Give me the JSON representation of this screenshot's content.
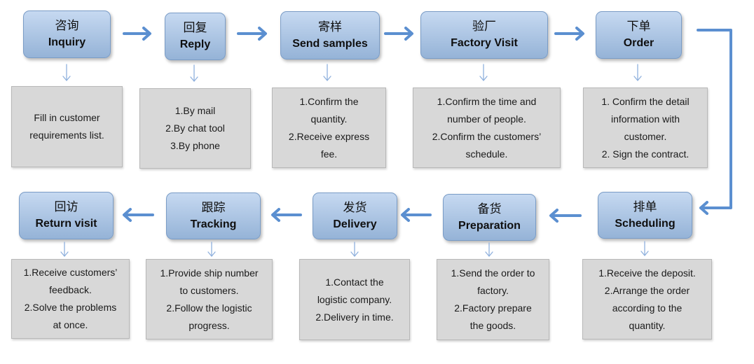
{
  "steps": [
    {
      "id": "inquiry",
      "cn": "咨询",
      "en": "Inquiry",
      "details": [
        "Fill in customer",
        "requirements list."
      ]
    },
    {
      "id": "reply",
      "cn": "回复",
      "en": "Reply",
      "details": [
        "1.By mail",
        "2.By chat tool",
        "3.By phone"
      ]
    },
    {
      "id": "send-samples",
      "cn": "寄样",
      "en": "Send samples",
      "details": [
        "1.Confirm the",
        "quantity.",
        "2.Receive express",
        "fee."
      ]
    },
    {
      "id": "factory-visit",
      "cn": "验厂",
      "en": "Factory Visit",
      "details": [
        "1.Confirm the time and",
        "number of people.",
        "2.Confirm the customers’",
        "schedule."
      ]
    },
    {
      "id": "order",
      "cn": "下单",
      "en": "Order",
      "details": [
        "1.  Confirm the detail",
        "information with",
        "customer.",
        "2.  Sign the contract."
      ]
    },
    {
      "id": "scheduling",
      "cn": "排单",
      "en": "Scheduling",
      "details": [
        "1.Receive the deposit.",
        "2.Arrange the order",
        "according to the",
        "quantity."
      ]
    },
    {
      "id": "preparation",
      "cn": "备货",
      "en": "Preparation",
      "details": [
        "1.Send the order to",
        "factory.",
        "2.Factory prepare",
        "the goods."
      ]
    },
    {
      "id": "delivery",
      "cn": "发货",
      "en": "Delivery",
      "details": [
        "1.Contact the",
        "logistic company.",
        "2.Delivery in time."
      ]
    },
    {
      "id": "tracking",
      "cn": "跟踪",
      "en": "Tracking",
      "details": [
        "1.Provide ship number",
        "to customers.",
        "2.Follow the logistic",
        "progress."
      ]
    },
    {
      "id": "return-visit",
      "cn": "回访",
      "en": "Return visit",
      "details": [
        "1.Receive customers’",
        "feedback.",
        "2.Solve the problems",
        "at once."
      ]
    }
  ],
  "colors": {
    "step_fill_top": "#c6d9f1",
    "step_fill_bottom": "#95b3d7",
    "flow_arrow": "#5b8fd0",
    "detail_fill": "#d8d8d8",
    "connector": "#8fb0dd"
  }
}
